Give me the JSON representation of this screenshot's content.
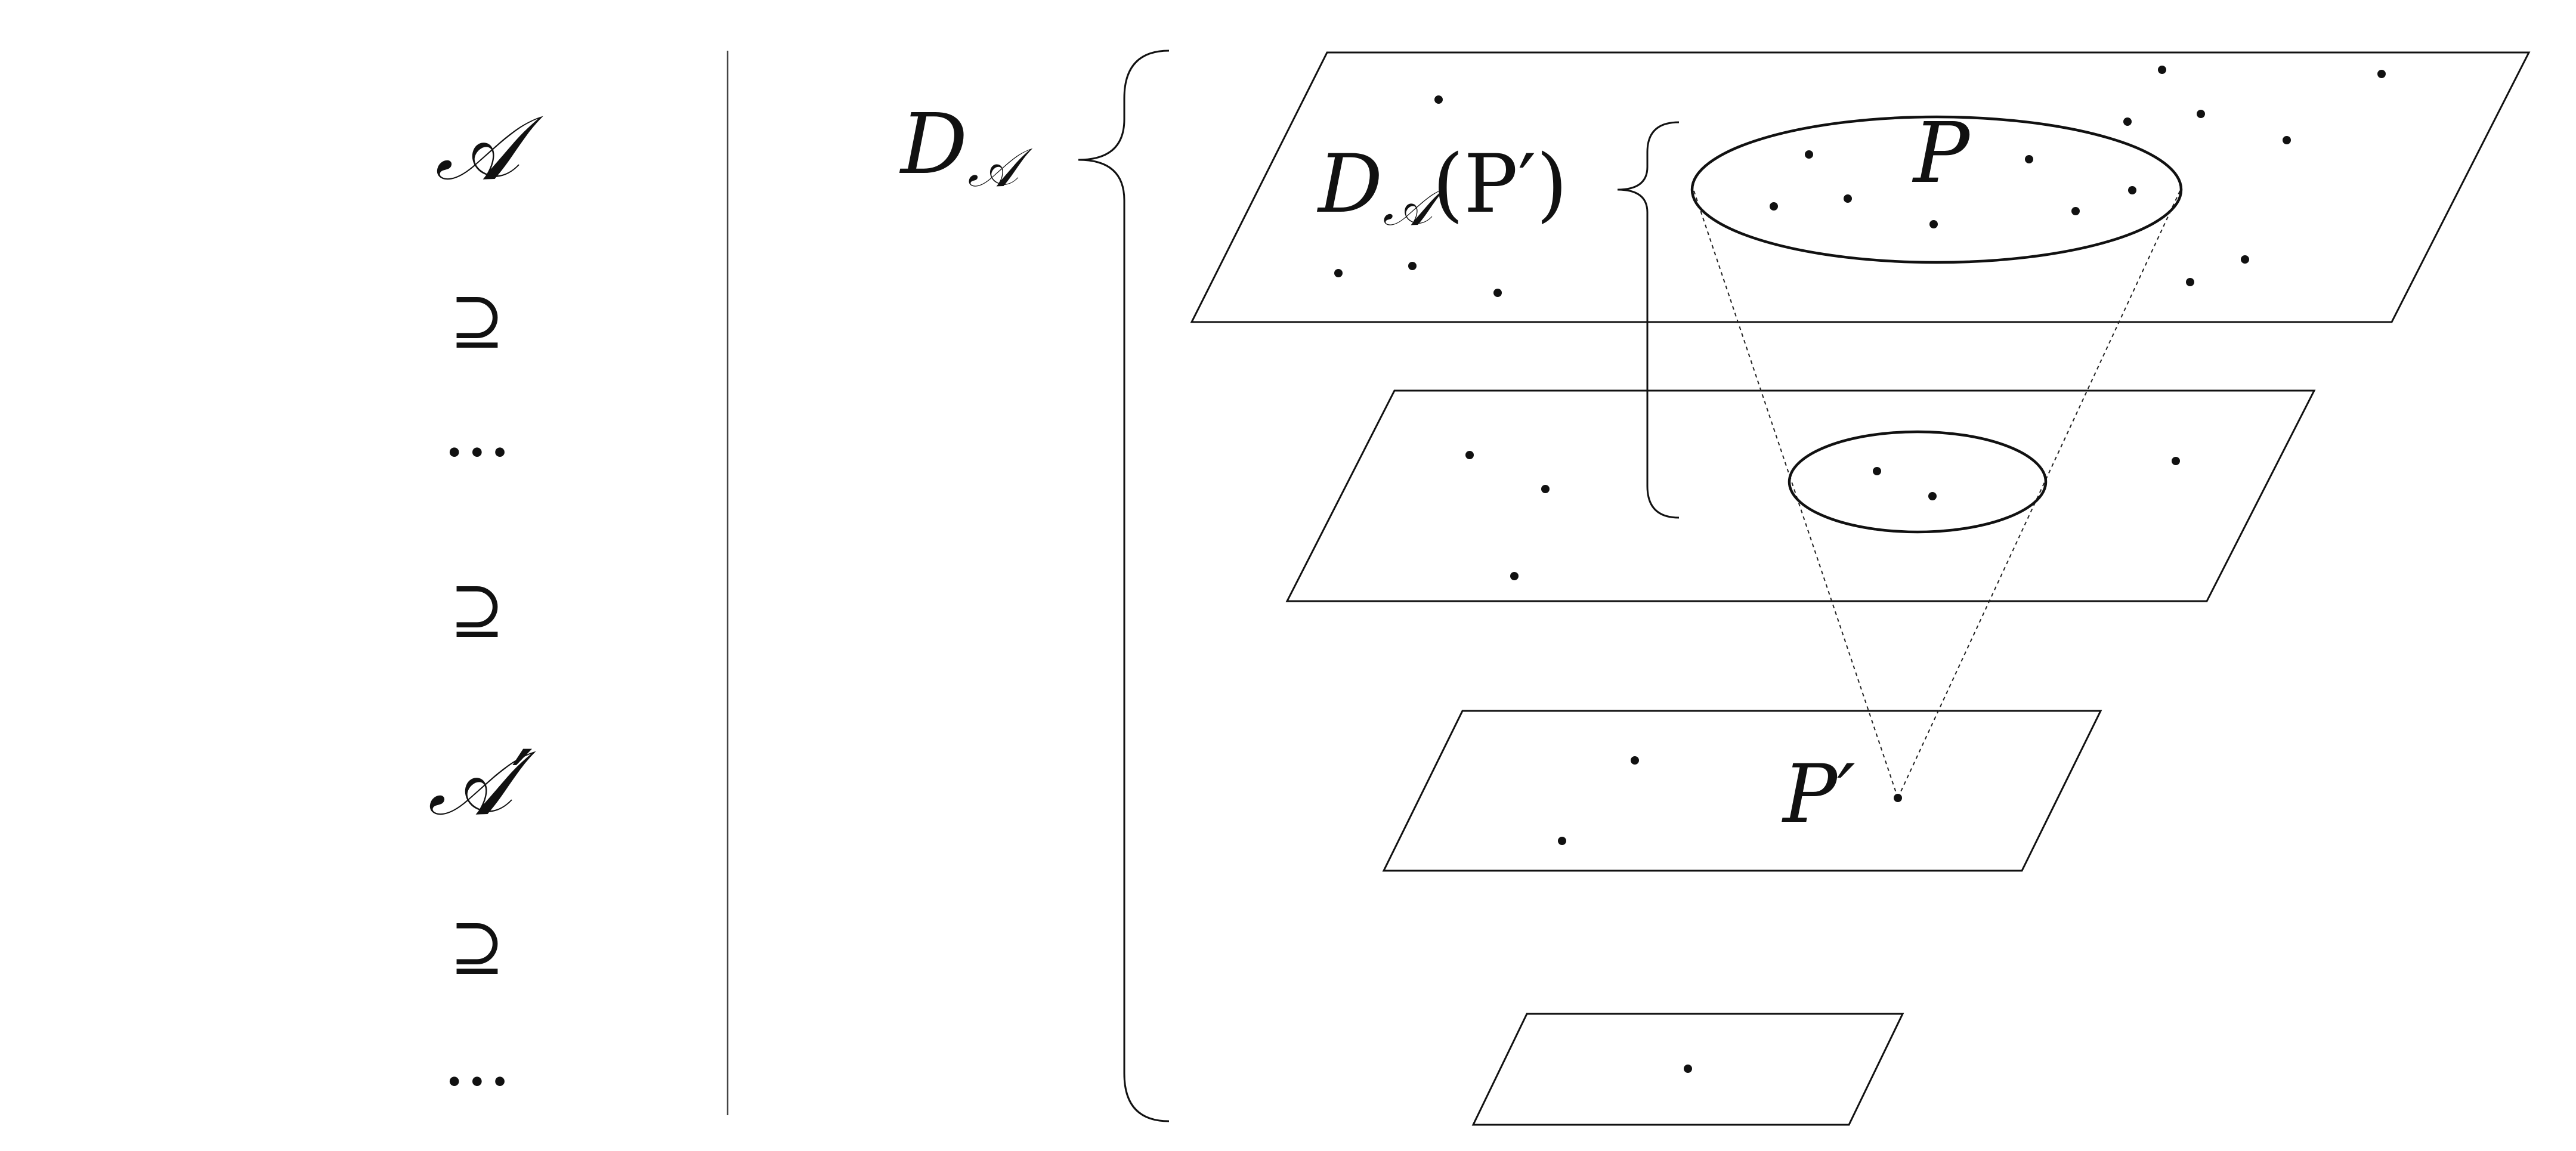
{
  "chain": {
    "A": "𝒜",
    "supseteq_1": "⊇",
    "dots_1": "···",
    "supseteq_2": "⊇",
    "A_prime": "𝒜′",
    "supseteq_3": "⊇",
    "dots_2": "···"
  },
  "labels": {
    "D_A_main": "D",
    "D_A_main_sub": "𝒜",
    "D_A_P_prime_D": "D",
    "D_A_P_prime_sub": "𝒜",
    "D_A_P_prime_arg": "(P′)",
    "P": "P",
    "P_prime": "P′"
  }
}
